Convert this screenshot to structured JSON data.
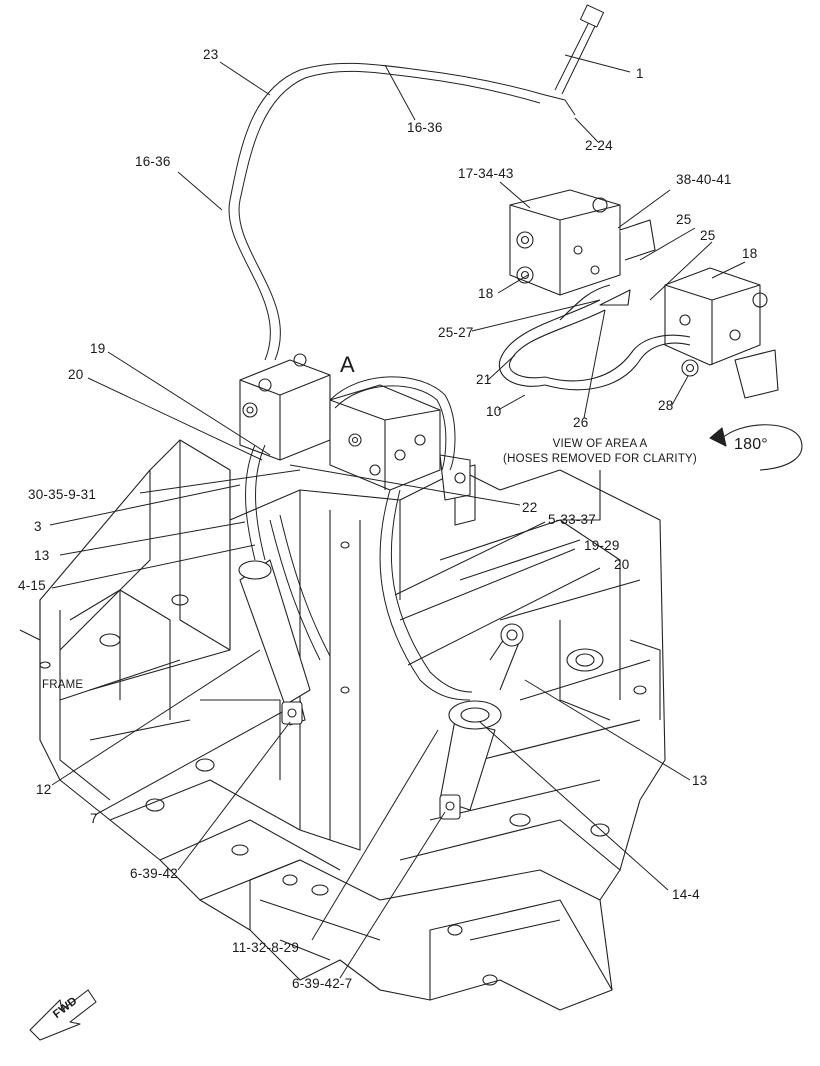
{
  "diagram": {
    "view_letter": "A",
    "view_caption_line1": "VIEW OF AREA A",
    "view_caption_line2": "(HOSES REMOVED FOR CLARITY)",
    "rotation": "180°",
    "frame_label": "FRAME",
    "fwd_label": "FWD",
    "callouts": {
      "c1": "1",
      "c2_24": "2-24",
      "c23": "23",
      "c16_36_top": "16-36",
      "c16_36_left": "16-36",
      "c17_34_43": "17-34-43",
      "c38_40_41": "38-40-41",
      "c25_a": "25",
      "c25_b": "25",
      "c18_right": "18",
      "c18_left": "18",
      "c25_27": "25-27",
      "c21": "21",
      "c10": "10",
      "c26": "26",
      "c28": "28",
      "c19_left": "19",
      "c20_left": "20",
      "c30_35_9_31": "30-35-9-31",
      "c3": "3",
      "c13_left": "13",
      "c4_15": "4-15",
      "c22": "22",
      "c5_33_37": "5-33-37",
      "c19_29": "19-29",
      "c20_right": "20",
      "c12": "12",
      "c7": "7",
      "c6_39_42": "6-39-42",
      "c13_right": "13",
      "c14_4": "14-4",
      "c11_32_8_29": "11-32-8-29",
      "c6_39_42_7": "6-39-42-7"
    }
  }
}
